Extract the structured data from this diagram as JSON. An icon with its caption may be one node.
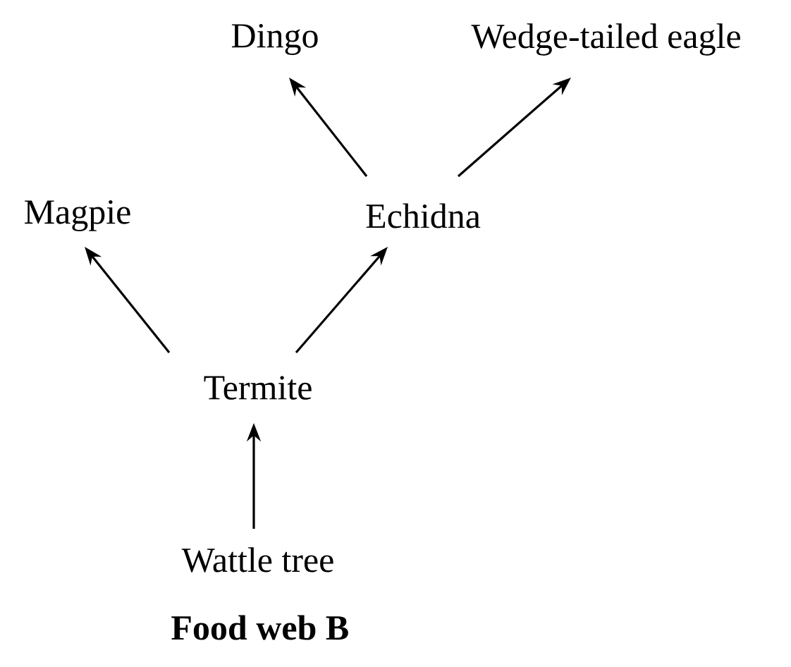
{
  "diagram": {
    "caption": "Food web B",
    "nodes": [
      {
        "text": [
          "Dingo"
        ]
      },
      {
        "text": [
          "Wedge-tailed eagle"
        ]
      },
      {
        "text": [
          "Magpie"
        ]
      },
      {
        "text": [
          "Echidna"
        ]
      },
      {
        "text": [
          "Termite"
        ]
      },
      {
        "text": [
          "Wattle tree"
        ]
      }
    ],
    "edges": [
      {
        "from": 3,
        "to": 0,
        "arrow": "to"
      },
      {
        "from": 3,
        "to": 1,
        "arrow": "to"
      },
      {
        "from": 4,
        "to": 2,
        "arrow": "to"
      },
      {
        "from": 4,
        "to": 3,
        "arrow": "to"
      },
      {
        "from": 5,
        "to": 4,
        "arrow": "to"
      }
    ]
  }
}
